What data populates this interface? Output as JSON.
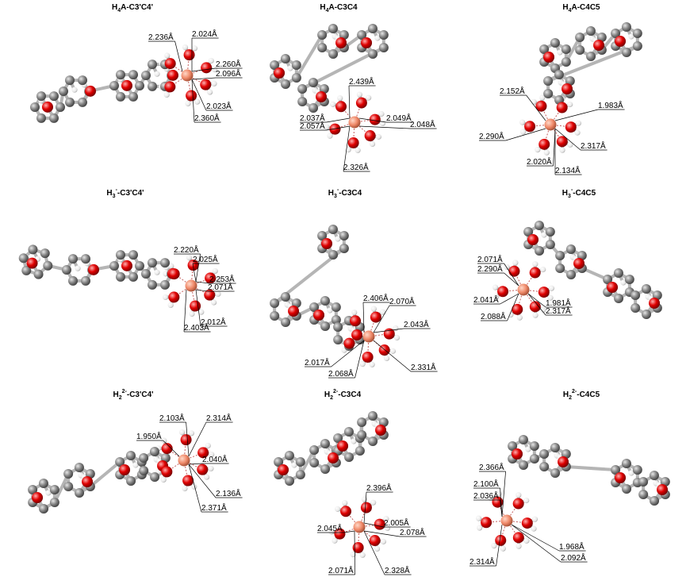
{
  "panels": [
    {
      "title": {
        "pre": "H",
        "sub": "4",
        "sup": "",
        "post": "A-C3'C4'"
      },
      "labels": [
        "2.236Å",
        "2.024Å",
        "2.260Å",
        "2.096Å",
        "2.023Å",
        "2.360Å"
      ]
    },
    {
      "title": {
        "pre": "H",
        "sub": "4",
        "sup": "",
        "post": "A-C3C4"
      },
      "labels": [
        "2.439Å",
        "2.037Å",
        "2.057Å",
        "2.049Å",
        "2.048Å",
        "2.326Å"
      ]
    },
    {
      "title": {
        "pre": "H",
        "sub": "4",
        "sup": "",
        "post": "A-C4C5"
      },
      "labels": [
        "2.152Å",
        "1.983Å",
        "2.290Å",
        "2.317Å",
        "2.020Å",
        "2.134Å"
      ]
    },
    {
      "title": {
        "pre": "H",
        "sub": "3",
        "sup": "-",
        "post": "-C3'C4'"
      },
      "labels": [
        "2.220Å",
        "2.025Å",
        "2.253Å",
        "2.071Å",
        "2.012Å",
        "2.403Å"
      ]
    },
    {
      "title": {
        "pre": "H",
        "sub": "3",
        "sup": "-",
        "post": "-C3C4"
      },
      "labels": [
        "2.406Å",
        "2.070Å",
        "2.043Å",
        "2.017Å",
        "2.068Å",
        "2.331Å"
      ]
    },
    {
      "title": {
        "pre": "H",
        "sub": "3",
        "sup": "-",
        "post": "-C4C5"
      },
      "labels": [
        "2.071Å",
        "2.290Å",
        "2.041Å",
        "1.981Å",
        "2.317Å",
        "2.088Å"
      ]
    },
    {
      "title": {
        "pre": "H",
        "sub": "2",
        "sup": "2-",
        "post": "-C3'C4'"
      },
      "labels": [
        "2.103Å",
        "2.314Å",
        "1.950Å",
        "2.040Å",
        "2.136Å",
        "2.371Å"
      ]
    },
    {
      "title": {
        "pre": "H",
        "sub": "2",
        "sup": "2-",
        "post": "-C3C4"
      },
      "labels": [
        "2.396Å",
        "2.005Å",
        "2.078Å",
        "2.045Å",
        "2.071Å",
        "2.328Å"
      ]
    },
    {
      "title": {
        "pre": "H",
        "sub": "2",
        "sup": "2-",
        "post": "-C4C5"
      },
      "labels": [
        "2.366Å",
        "2.100Å",
        "2.036Å",
        "1.968Å",
        "2.314Å",
        "2.092Å"
      ]
    }
  ],
  "colors": {
    "carbon": "#7a7a7a",
    "oxygen": "#e00000",
    "hydrogen": "#f2f2f2",
    "metal": "#f08a6a",
    "bond": "#b5b5b5"
  }
}
